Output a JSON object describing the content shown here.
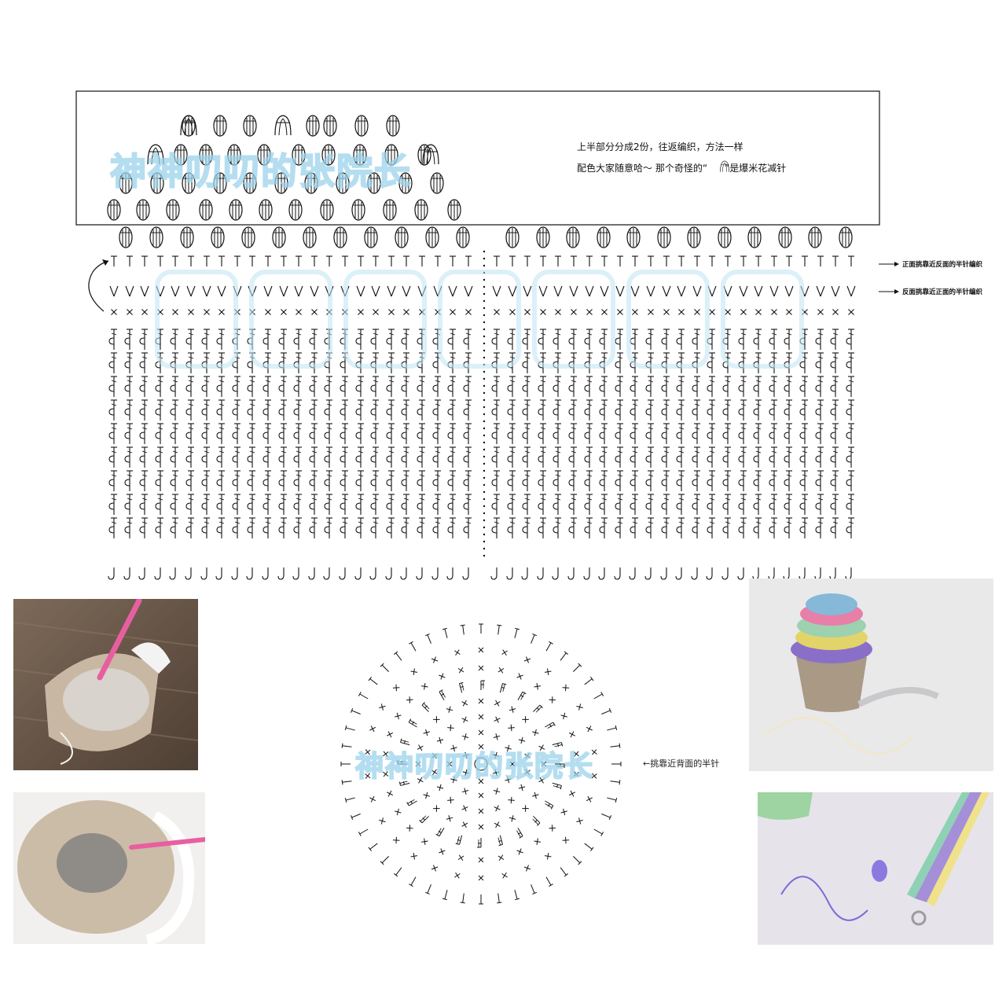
{
  "notes": {
    "line1": "上半部分分成2份，往返编织，方法一样",
    "line2_before": "配色大家随意哈～ 那个奇怪的“",
    "line2_after": "”是爆米花减针"
  },
  "side_labels": {
    "front_row": "正面挑靠近反面的半针编织",
    "back_row": "反面挑靠近正面的半针编织"
  },
  "base_label": "←挑靠近背面的半针",
  "watermark": "神神叨叨的张院长",
  "colors": {
    "line": "#111111",
    "watermark": "#b9e3f3"
  },
  "photos": [
    {
      "name": "photo-ribbed-start",
      "bg": "#6e5a4a"
    },
    {
      "name": "photo-cupcake-purse",
      "bg": "#e9e9ea"
    },
    {
      "name": "photo-ribbed-closeup",
      "bg": "#f1f0ee"
    },
    {
      "name": "photo-strap",
      "bg": "#e6e4ea"
    }
  ]
}
